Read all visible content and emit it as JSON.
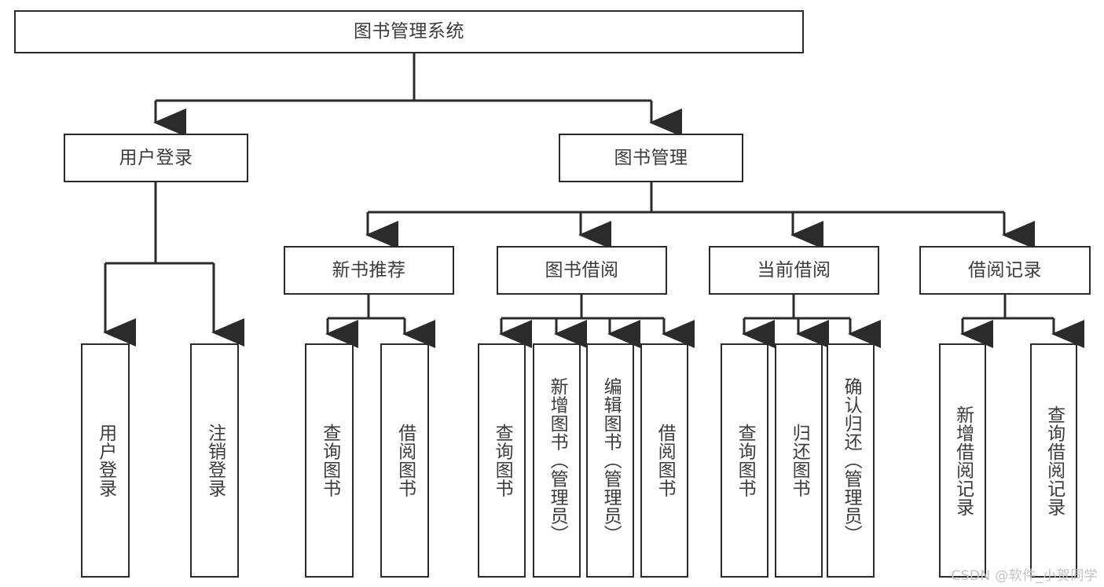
{
  "diagram": {
    "type": "tree-hierarchy-chart",
    "title": "图书管理系统",
    "line_color": "#2b2b2b",
    "box_fill": "#ffffff",
    "text_color": "#3c3c3c",
    "watermark": "CSDN @软件_小贺同学",
    "nodes": {
      "root": {
        "label": "图书管理系统"
      },
      "level2": [
        {
          "id": "user-login",
          "label": "用户登录"
        },
        {
          "id": "book-manage",
          "label": "图书管理"
        }
      ],
      "level3": [
        {
          "id": "new-book-recommend",
          "label": "新书推荐"
        },
        {
          "id": "book-borrow",
          "label": "图书借阅"
        },
        {
          "id": "current-borrow",
          "label": "当前借阅"
        },
        {
          "id": "borrow-record",
          "label": "借阅记录"
        }
      ],
      "leaves": {
        "user-login": [
          {
            "id": "leaf-user-login",
            "label": "用户登录"
          },
          {
            "id": "leaf-user-logout",
            "label": "注销登录"
          }
        ],
        "new-book-recommend": [
          {
            "id": "leaf-query-book-1",
            "label": "查询图书"
          },
          {
            "id": "leaf-borrow-book-1",
            "label": "借阅图书"
          }
        ],
        "book-borrow": [
          {
            "id": "leaf-query-book-2",
            "label": "查询图书"
          },
          {
            "id": "leaf-add-book",
            "label": "新增图书（管理员）"
          },
          {
            "id": "leaf-edit-book",
            "label": "编辑图书（管理员）"
          },
          {
            "id": "leaf-borrow-book-2",
            "label": "借阅图书"
          }
        ],
        "current-borrow": [
          {
            "id": "leaf-query-book-3",
            "label": "查询图书"
          },
          {
            "id": "leaf-return-book",
            "label": "归还图书"
          },
          {
            "id": "leaf-confirm-return",
            "label": "确认归还（管理员）"
          }
        ],
        "borrow-record": [
          {
            "id": "leaf-add-borrow-record",
            "label": "新增借阅记录"
          },
          {
            "id": "leaf-query-borrow-record",
            "label": "查询借阅记录"
          }
        ]
      }
    }
  }
}
